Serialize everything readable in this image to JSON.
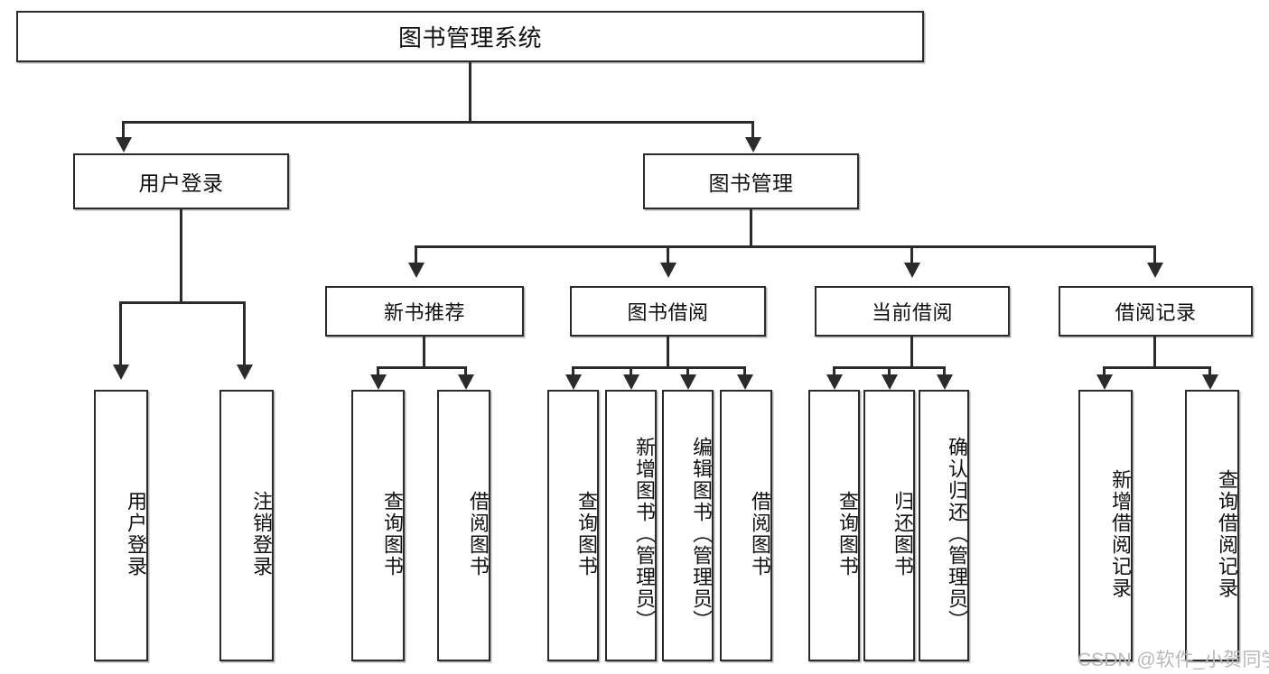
{
  "diagram": {
    "title": "图书管理系统",
    "type": "tree-hierarchy-diagram",
    "root": {
      "id": "root",
      "label": "图书管理系统"
    },
    "level1": [
      {
        "id": "user-login",
        "label": "用户登录"
      },
      {
        "id": "book-manage",
        "label": "图书管理"
      }
    ],
    "level2": [
      {
        "id": "new-book-rec",
        "label": "新书推荐",
        "parent": "book-manage"
      },
      {
        "id": "book-borrow",
        "label": "图书借阅",
        "parent": "book-manage"
      },
      {
        "id": "current-borrow",
        "label": "当前借阅",
        "parent": "book-manage"
      },
      {
        "id": "borrow-record",
        "label": "借阅记录",
        "parent": "book-manage"
      }
    ],
    "leaves": [
      {
        "id": "leaf-user-login",
        "label": "用户登录",
        "parent": "user-login"
      },
      {
        "id": "leaf-user-logout",
        "label": "注销登录",
        "parent": "user-login"
      },
      {
        "id": "leaf-query-book-1",
        "label": "查询图书",
        "parent": "new-book-rec"
      },
      {
        "id": "leaf-borrow-book-1",
        "label": "借阅图书",
        "parent": "new-book-rec"
      },
      {
        "id": "leaf-query-book-2",
        "label": "查询图书",
        "parent": "book-borrow"
      },
      {
        "id": "leaf-add-book",
        "label": "新增图书（管理员）",
        "parent": "book-borrow"
      },
      {
        "id": "leaf-edit-book",
        "label": "编辑图书（管理员）",
        "parent": "book-borrow"
      },
      {
        "id": "leaf-borrow-book-2",
        "label": "借阅图书",
        "parent": "book-borrow"
      },
      {
        "id": "leaf-query-book-3",
        "label": "查询图书",
        "parent": "current-borrow"
      },
      {
        "id": "leaf-return-book",
        "label": "归还图书",
        "parent": "current-borrow"
      },
      {
        "id": "leaf-confirm-return",
        "label": "确认归还（管理员）",
        "parent": "current-borrow"
      },
      {
        "id": "leaf-add-record",
        "label": "新增借阅记录",
        "parent": "borrow-record"
      },
      {
        "id": "leaf-query-record",
        "label": "查询借阅记录",
        "parent": "borrow-record"
      }
    ],
    "watermark": "CSDN @软件_小贺同学",
    "colors": {
      "stroke": "#2b2b2b",
      "fill": "#ffffff",
      "text": "#111111",
      "watermark": "#b9b9b9"
    }
  }
}
